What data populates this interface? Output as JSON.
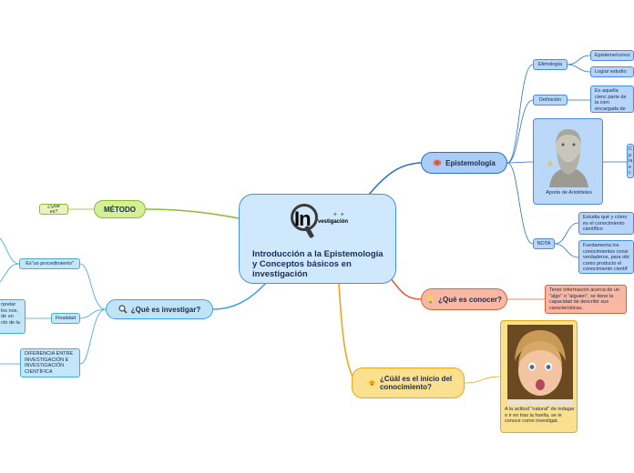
{
  "central": {
    "logo_big": "In",
    "logo_small": "vestigación",
    "title": "Introducción a la Epistemología y Conceptos básicos en investigación"
  },
  "epistemologia": {
    "label": "Epistemología",
    "etimologia": "Etimología",
    "episteme": "Episteme/conoc",
    "logia": "Logía/ estudio",
    "definicion": "Definición",
    "definicion_text": "Es aquella cienc parte de la cien encargada de la del conocimient",
    "aristoteles": "Aporte de Aristóteles",
    "aristoteles_text": "C p la e c",
    "nota": "NOTA",
    "nota_1": "Estudia qué y cómo es el conocimiento científico",
    "nota_2": "Fundamenta los conocimientos consi verdaderos, para obt como producto el conocimiento científ"
  },
  "conocer": {
    "label": "¿Què es conocer?",
    "text": "Tener información acerca de un \"algo\" o \"alguien\", se tiene la capacidad de describir sus características."
  },
  "inicio": {
    "label": "¿Cúál es el inicio del conocimiento?",
    "caption": "A la actitud \"natural\" de indagar o ir en tras la huella, se le conoce como investigat."
  },
  "metodo": {
    "label": "MÉTODO",
    "que_es": "¿Qué es?"
  },
  "investigar": {
    "label": "¿Què es investigar?",
    "procedimiento": "Es\"un procedimiento\"",
    "finalidad": "Finalidad",
    "finalidad_text": "rpretar los nos, de un cto de la",
    "diferencia": "DIFERENCIA ENTRE INVESTIGACIÓN E INVESTIGACIÓN CIENTÍFICA"
  },
  "colors": {
    "epistemologia": "#2e6fc2",
    "conocer": "#e0603c",
    "inicio": "#e5a91e",
    "metodo": "#8bbd2e",
    "investigar": "#3aa4d8"
  },
  "icons": {
    "epistemologia": "brain-icon",
    "conocer": "lightbulb-icon",
    "inicio": "surprised-face-icon",
    "investigar": "magnifier-icon"
  }
}
